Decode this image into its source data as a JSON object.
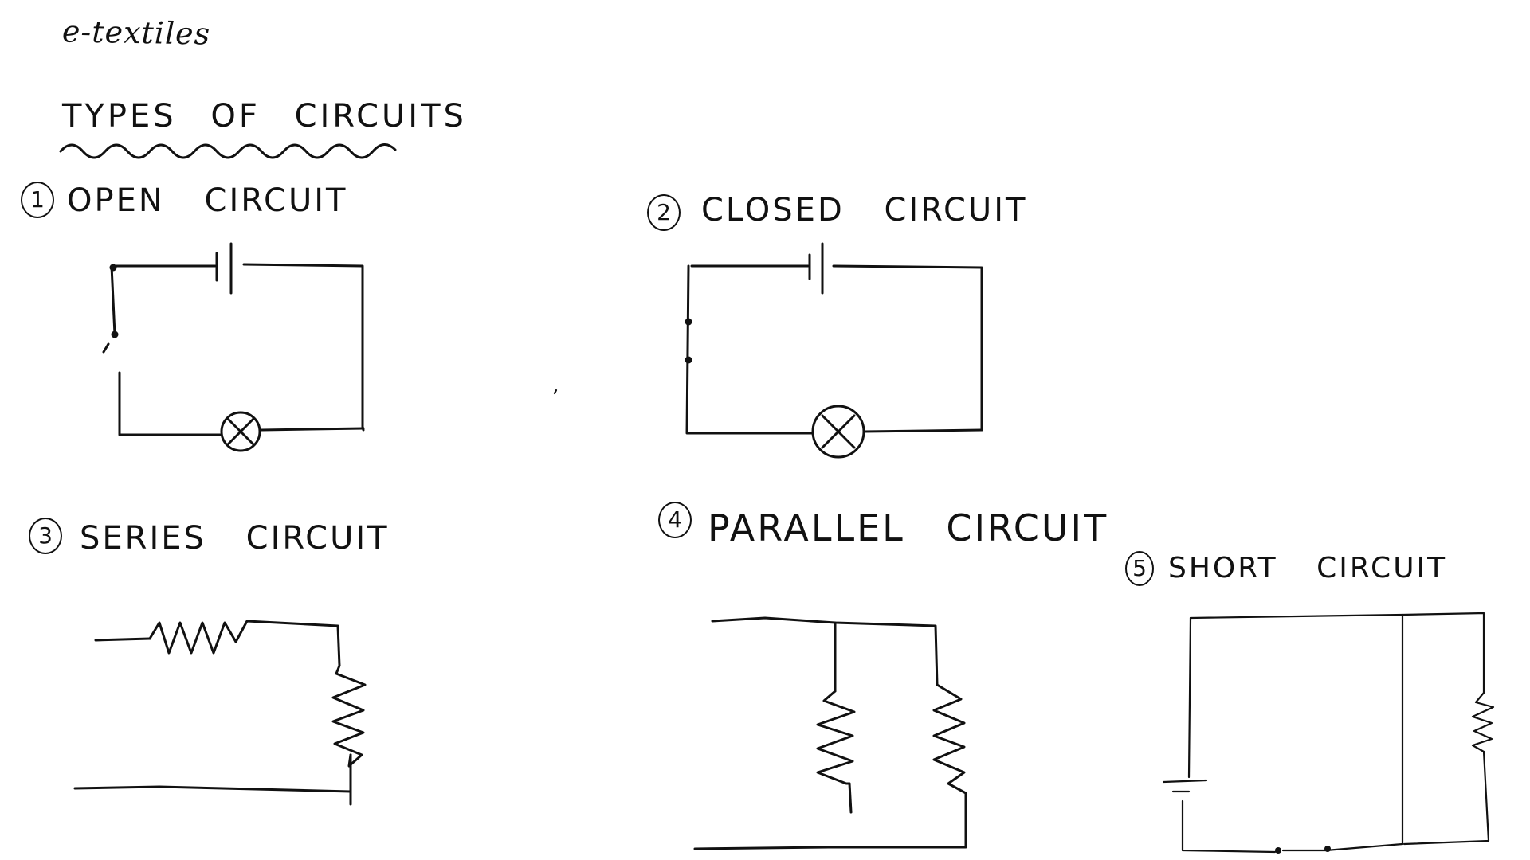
{
  "page": {
    "title": "e-textiles",
    "heading": "TYPES OF CIRCUITS"
  },
  "circuits": [
    {
      "number": "1",
      "label": "OPEN CIRCUIT"
    },
    {
      "number": "2",
      "label": "CLOSED CIRCUIT"
    },
    {
      "number": "3",
      "label": "SERIES CIRCUIT"
    },
    {
      "number": "4",
      "label": "PARALLEL CIRCUIT"
    },
    {
      "number": "5",
      "label": "SHORT CIRCUIT"
    }
  ],
  "colors": {
    "ink": "#111111",
    "paper": "#ffffff"
  }
}
